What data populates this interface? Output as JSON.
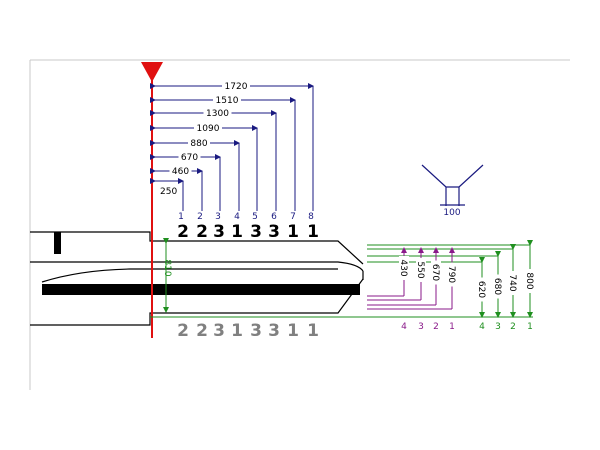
{
  "colors": {
    "navy": "#1a1a80",
    "green": "#1f8f1f",
    "purple": "#8a1a8a",
    "red": "#e01010",
    "gray": "#808080",
    "black": "#000000"
  },
  "top_dimensions": [
    "250",
    "460",
    "670",
    "880",
    "1090",
    "1300",
    "1510",
    "1720"
  ],
  "position_numbers": [
    "1",
    "2",
    "3",
    "4",
    "5",
    "6",
    "7",
    "8"
  ],
  "top_values": [
    "2",
    "2",
    "3",
    "1",
    "3",
    "3",
    "1",
    "1"
  ],
  "bottom_values": [
    "2",
    "2",
    "3",
    "1",
    "3",
    "3",
    "1",
    "1"
  ],
  "groove_width": "100",
  "height_dimension": "810",
  "green_dimensions": [
    "620",
    "680",
    "740",
    "800"
  ],
  "green_numbers": [
    "4",
    "3",
    "2",
    "1"
  ],
  "purple_dimensions": [
    "430",
    "550",
    "670",
    "790"
  ],
  "purple_numbers": [
    "4",
    "3",
    "2",
    "1"
  ]
}
